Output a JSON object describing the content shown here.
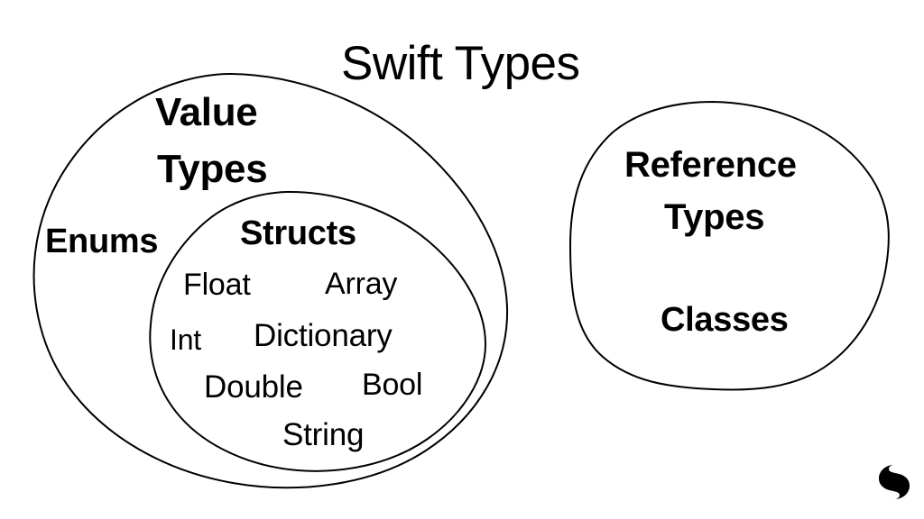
{
  "diagram": {
    "title": "Swift Types",
    "background_color": "#ffffff",
    "stroke_color": "#000000",
    "text_color": "#000000",
    "groups": {
      "value_types": {
        "line1": "Value",
        "line2": "Types",
        "members": {
          "enums": "Enums"
        }
      },
      "structs": {
        "heading": "Structs",
        "members": {
          "float": "Float",
          "array": "Array",
          "int": "Int",
          "dictionary": "Dictionary",
          "double": "Double",
          "bool": "Bool",
          "string": "String"
        }
      },
      "reference_types": {
        "line1": "Reference",
        "line2": "Types",
        "members": {
          "classes": "Classes"
        }
      }
    },
    "logo": {
      "name": "s-logo",
      "alt": "S"
    }
  }
}
